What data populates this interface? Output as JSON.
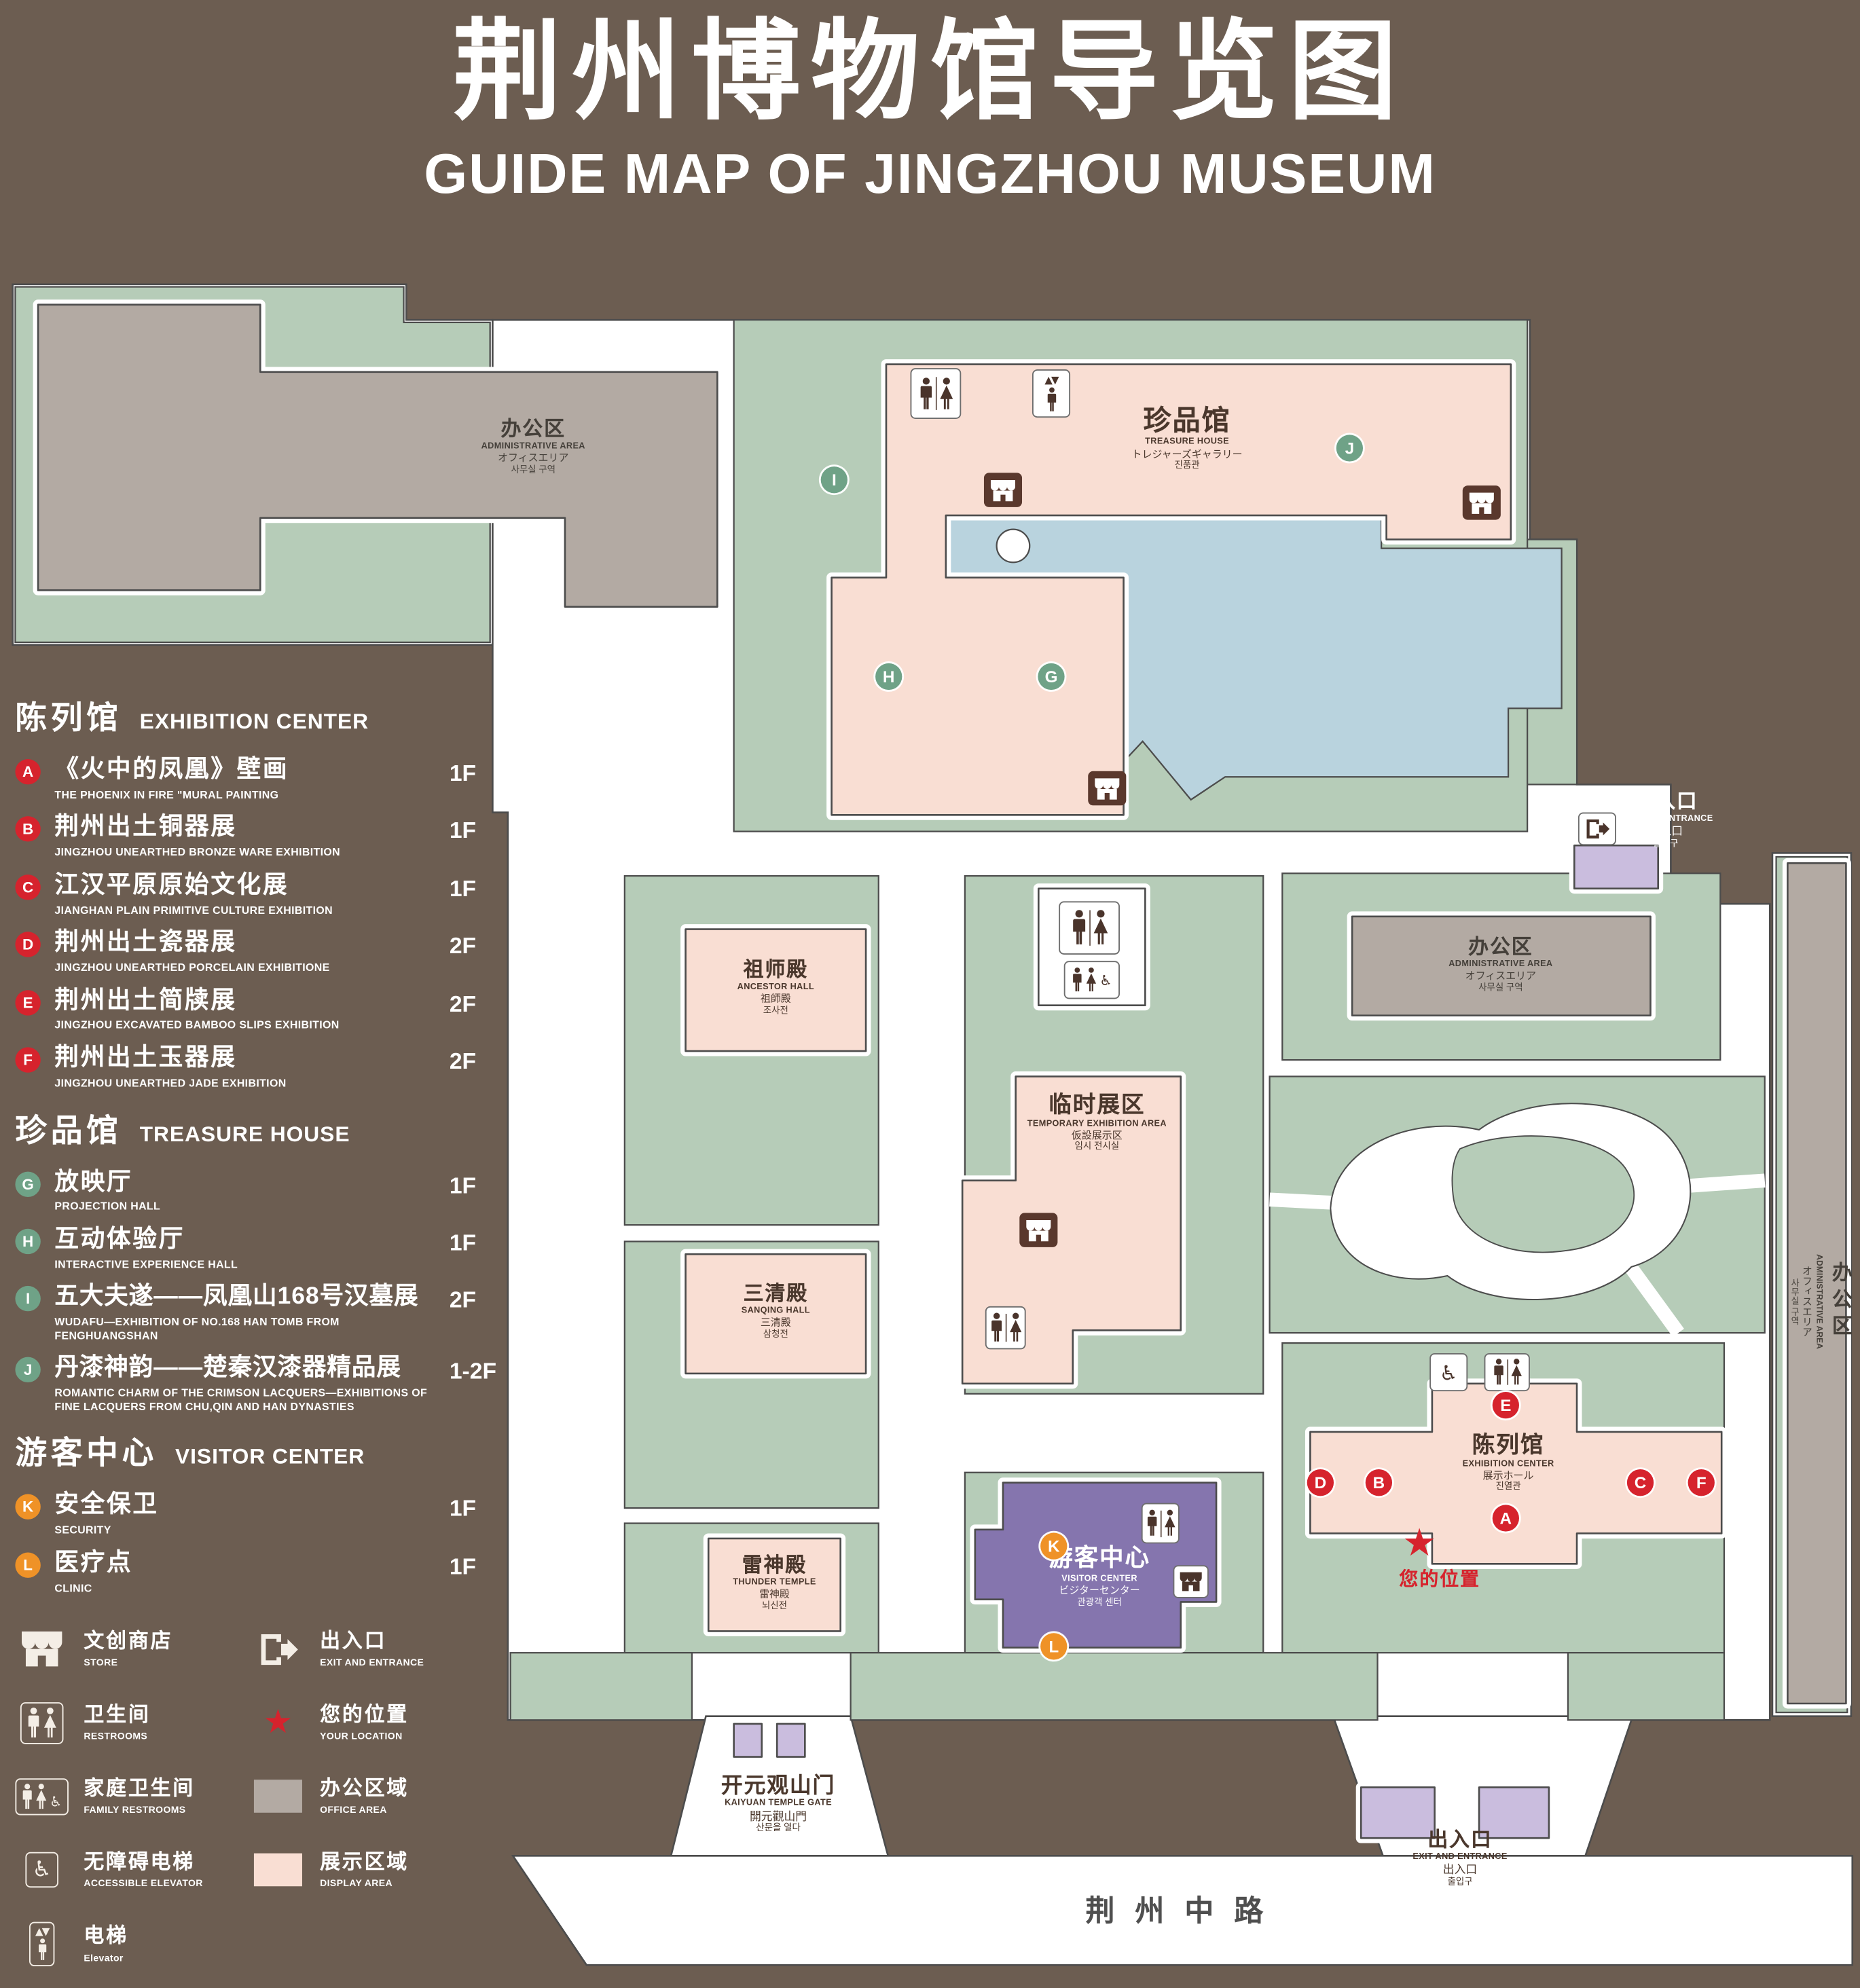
{
  "title": {
    "zh": "荆州博物馆导览图",
    "en": "GUIDE MAP OF JINGZHOU MUSEUM"
  },
  "colors": {
    "brown": "#6c5d51",
    "green": "#b6ccb8",
    "pink": "#f9ded3",
    "gray": "#b3aaa3",
    "purple": "#8575ae",
    "light-purple": "#cabdde",
    "pond": "#b9d3de",
    "outline": "#4c4c4c",
    "marker-red": "#d6232d",
    "marker-green": "#6fa287",
    "marker-orange": "#ef9227",
    "icon-brown": "#5a382d",
    "label-dark": "#4a372c"
  },
  "icons": {
    "star": "★",
    "wheelchair": "♿",
    "elevator_arrows": "▲▼"
  },
  "legend": {
    "sections": [
      {
        "zh": "陈列馆",
        "en": "EXHIBITION CENTER",
        "items": [
          {
            "id": "A",
            "zh": "《火中的凤凰》壁画",
            "en": "THE PHOENIX IN FIRE \"MURAL PAINTING",
            "floor": "1F"
          },
          {
            "id": "B",
            "zh": "荆州出土铜器展",
            "en": "JINGZHOU UNEARTHED BRONZE WARE EXHIBITION",
            "floor": "1F"
          },
          {
            "id": "C",
            "zh": "江汉平原原始文化展",
            "en": "JIANGHAN PLAIN PRIMITIVE CULTURE EXHIBITION",
            "floor": "1F"
          },
          {
            "id": "D",
            "zh": "荆州出土瓷器展",
            "en": "JINGZHOU UNEARTHED PORCELAIN EXHIBITIONE",
            "floor": "2F"
          },
          {
            "id": "E",
            "zh": "荆州出土简牍展",
            "en": "JINGZHOU EXCAVATED BAMBOO SLIPS EXHIBITION",
            "floor": "2F"
          },
          {
            "id": "F",
            "zh": "荆州出土玉器展",
            "en": "JINGZHOU UNEARTHED JADE EXHIBITION",
            "floor": "2F"
          }
        ]
      },
      {
        "zh": "珍品馆",
        "en": "TREASURE HOUSE",
        "items": [
          {
            "id": "G",
            "zh": "放映厅",
            "en": "PROJECTION HALL",
            "floor": "1F"
          },
          {
            "id": "H",
            "zh": "互动体验厅",
            "en": "INTERACTIVE EXPERIENCE HALL",
            "floor": "1F"
          },
          {
            "id": "I",
            "zh": "五大夫遂——凤凰山168号汉墓展",
            "en": "WUDAFU—EXHIBITION OF NO.168 HAN TOMB FROM FENGHUANGSHAN",
            "floor": "2F"
          },
          {
            "id": "J",
            "zh": "丹漆神韵——楚秦汉漆器精品展",
            "en": "ROMANTIC CHARM OF THE CRIMSON LACQUERS—EXHIBITIONS OF FINE LACQUERS FROM CHU,QIN AND HAN DYNASTIES",
            "floor": "1-2F"
          }
        ]
      },
      {
        "zh": "游客中心",
        "en": "VISITOR CENTER",
        "items": [
          {
            "id": "K",
            "zh": "安全保卫",
            "en": "SECURITY",
            "floor": "1F"
          },
          {
            "id": "L",
            "zh": "医疗点",
            "en": "CLINIC",
            "floor": "1F"
          }
        ]
      }
    ],
    "symbols": [
      {
        "zh": "文创商店",
        "en": "STORE"
      },
      {
        "zh": "出入口",
        "en": "EXIT AND ENTRANCE"
      },
      {
        "zh": "卫生间",
        "en": "RESTROOMS"
      },
      {
        "zh": "您的位置",
        "en": "YOUR LOCATION"
      },
      {
        "zh": "家庭卫生间",
        "en": "FAMILY RESTROOMS"
      },
      {
        "zh": "办公区域",
        "en": "OFFICE AREA"
      },
      {
        "zh": "无障碍电梯",
        "en": "ACCESSIBLE ELEVATOR"
      },
      {
        "zh": "展示区域",
        "en": "DISPLAY AREA"
      },
      {
        "zh": "电梯",
        "en": "Elevator"
      }
    ]
  },
  "map": {
    "buildings": {
      "admin_nw": {
        "zh": "办公区",
        "en": "ADMINISTRATIVE AREA",
        "ja": "オフィスエリア",
        "ko": "사무실 구역"
      },
      "treasure": {
        "zh": "珍品馆",
        "en": "TREASURE HOUSE",
        "ja": "トレジャーズギャラリー",
        "ko": "진품관"
      },
      "ancestor": {
        "zh": "祖师殿",
        "en": "ANCESTOR HALL",
        "ja": "祖師殿",
        "ko": "조사전"
      },
      "temp": {
        "zh": "临时展区",
        "en": "TEMPORARY EXHIBITION AREA",
        "ja": "仮設展示区",
        "ko": "임시 전시실"
      },
      "admin_mid": {
        "zh": "办公区",
        "en": "ADMINISTRATIVE AREA",
        "ja": "オフィスエリア",
        "ko": "사무실 구역"
      },
      "admin_east": {
        "zh": "办公区",
        "en": "ADMINISTRATIVE AREA",
        "ja": "オフィスエリア",
        "ko": "사무실 구역"
      },
      "sanqing": {
        "zh": "三清殿",
        "en": "SANQING HALL",
        "ja": "三清殿",
        "ko": "삼청전"
      },
      "exhibition": {
        "zh": "陈列馆",
        "en": "EXHIBITION CENTER",
        "ja": "展示ホール",
        "ko": "진열관"
      },
      "thunder": {
        "zh": "雷神殿",
        "en": "THUNDER TEMPLE",
        "ja": "雷神殿",
        "ko": "뇌신전"
      },
      "visitor": {
        "zh": "游客中心",
        "en": "VISITOR CENTER",
        "ja": "ビジターセンター",
        "ko": "관광객 센터"
      }
    },
    "labels": {
      "exit": {
        "zh": "出入口",
        "en": "EXIT AND ENTRANCE",
        "ja": "出入口",
        "ko": "출입구"
      },
      "gate": {
        "zh": "开元观山门",
        "en": "KAIYUAN TEMPLE GATE",
        "ja": "開元觀山門",
        "ko": "산문을 열다"
      },
      "road": "荆州中路",
      "your_location": "您的位置"
    }
  }
}
